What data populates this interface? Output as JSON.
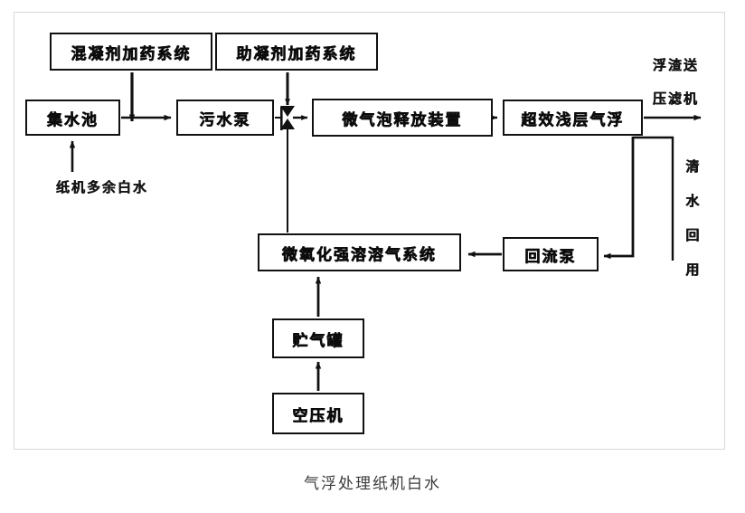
{
  "caption": "气浮处理纸机白水",
  "diagram": {
    "title": "气浮处理纸机白水",
    "type": "process-flow-diagram",
    "nodes": [
      {
        "id": "coagulant",
        "label": "混凝剂加药系统"
      },
      {
        "id": "aid_coagulant",
        "label": "助凝剂加药系统"
      },
      {
        "id": "collect_tank",
        "label": "集水池"
      },
      {
        "id": "sewage_pump",
        "label": "污水泵"
      },
      {
        "id": "bubble_device",
        "label": "微气泡释放装置"
      },
      {
        "id": "flotation",
        "label": "超效浅层气浮"
      },
      {
        "id": "dissolve_air",
        "label": "微氧化强溶溶气系统"
      },
      {
        "id": "reflux_pump",
        "label": "回流泵"
      },
      {
        "id": "gas_tank",
        "label": "贮气罐"
      },
      {
        "id": "air_compressor",
        "label": "空压机"
      }
    ],
    "labels": {
      "scum_line1": "浮渣送",
      "scum_line2": "压滤机",
      "white_water": "纸机多余白水",
      "clear_water_reuse": [
        "清",
        "水",
        "回",
        "用"
      ]
    },
    "edges": [
      {
        "from": "white_water_inlet",
        "to": "collect_tank",
        "direction": "up"
      },
      {
        "from": "collect_tank",
        "to": "sewage_pump",
        "direction": "right"
      },
      {
        "from": "coagulant",
        "to": "collect_tank_outlet",
        "direction": "down"
      },
      {
        "from": "aid_coagulant",
        "to": "valve",
        "direction": "down"
      },
      {
        "from": "sewage_pump",
        "to": "bubble_device",
        "direction": "right"
      },
      {
        "from": "bubble_device",
        "to": "flotation",
        "direction": "right"
      },
      {
        "from": "flotation",
        "to": "scum_outlet",
        "direction": "right"
      },
      {
        "from": "flotation",
        "to": "reflux_pump",
        "direction": "down-left"
      },
      {
        "from": "flotation",
        "to": "clear_water_reuse",
        "direction": "down"
      },
      {
        "from": "reflux_pump",
        "to": "dissolve_air",
        "direction": "left"
      },
      {
        "from": "dissolve_air",
        "to": "valve",
        "direction": "up"
      },
      {
        "from": "gas_tank",
        "to": "dissolve_air",
        "direction": "up"
      },
      {
        "from": "air_compressor",
        "to": "gas_tank",
        "direction": "up"
      }
    ],
    "symbols": [
      {
        "id": "valve",
        "name": "valve-symbol",
        "shape": "triangle-pair"
      }
    ],
    "colors": {
      "line": "#111111",
      "box_border": "#111111",
      "text": "#0c0c0c",
      "frame": "#d8d8d8",
      "background": "#ffffff",
      "caption_text": "#3a3a3a"
    }
  }
}
